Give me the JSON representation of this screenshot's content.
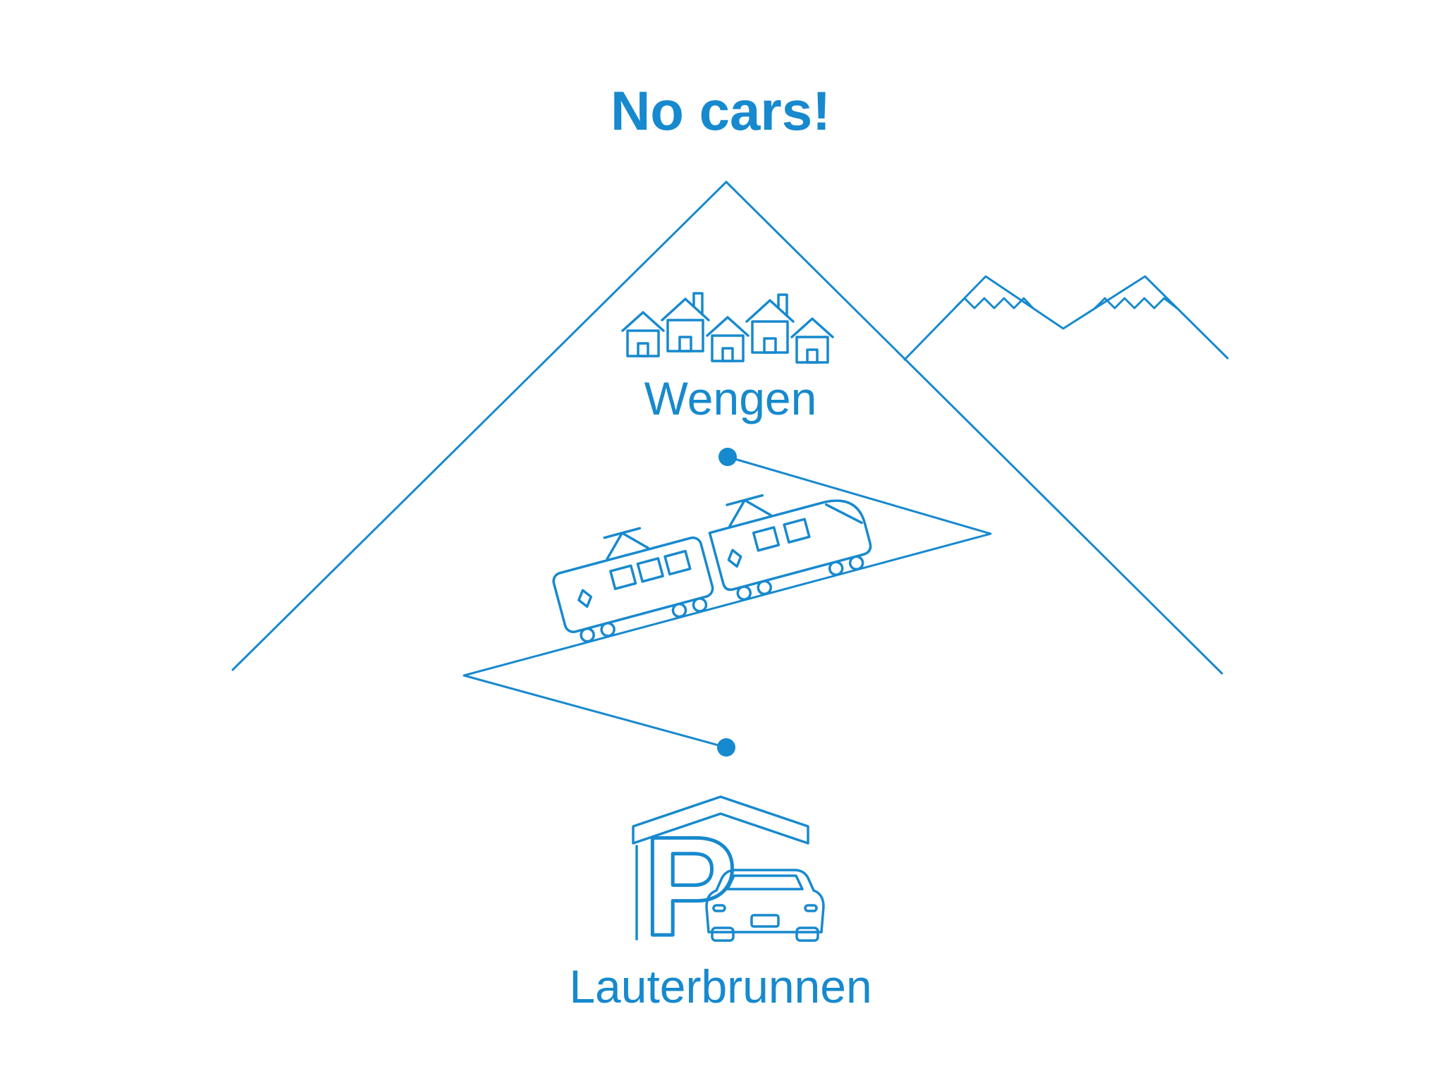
{
  "colors": {
    "accent": "#1789ce",
    "background": "#ffffff"
  },
  "header": {
    "title": "No cars!"
  },
  "stations": {
    "top": "Wengen",
    "bottom": "Lauterbrunnen"
  },
  "parking": {
    "letter": "P"
  },
  "icons": {
    "main_mountain": "mountain-outline-icon",
    "snowy_peaks": "snowy-peaks-icon",
    "village": "village-houses-icon",
    "railway": "zigzag-rack-railway-line",
    "train": "cogwheel-train-icon",
    "garage": "parking-garage-icon",
    "car": "car-icon"
  }
}
